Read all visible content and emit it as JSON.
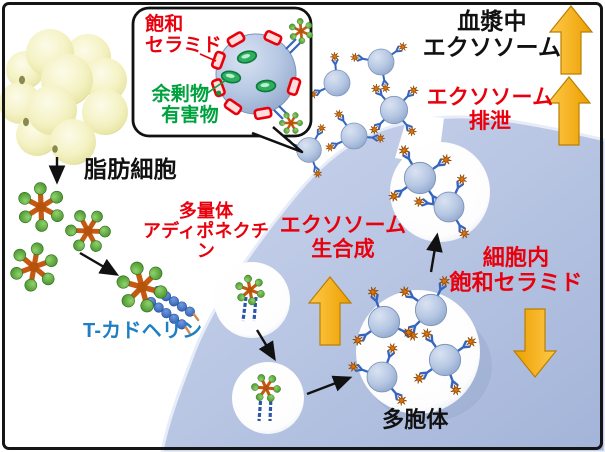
{
  "labels": {
    "adipocyte": "脂肪細胞",
    "adiponectin": "多量体\nアディポネクチン",
    "t_cadherin": "T-カドヘリン",
    "biosynthesis": "エクソソーム\n生合成",
    "mvb": "多胞体",
    "intracellular_ceramide": "細胞内\n飽和セラミド",
    "excretion": "エクソソーム\n排泄",
    "plasma": "血漿中\nエクソソーム",
    "callout": {
      "ceramide": "飽和\nセラミド",
      "waste": "余剰物・\n有害物"
    }
  },
  "colors": {
    "red": "#e8000d",
    "green": "#00a23e",
    "blue": "#1e7fc4",
    "black": "#111111",
    "arrow_orange": "#f3a81c",
    "cell_fill": "#b3c1e0",
    "exosome_fill": "#aec1de",
    "adiponectin_orange": "#c45911",
    "adiponectin_tip_green": "#55a630",
    "t_cadherin_bead_blue": "#2b56a8",
    "fat_cell_yellow": "#f3f1c2",
    "ceramide_red": "#e8000d"
  }
}
